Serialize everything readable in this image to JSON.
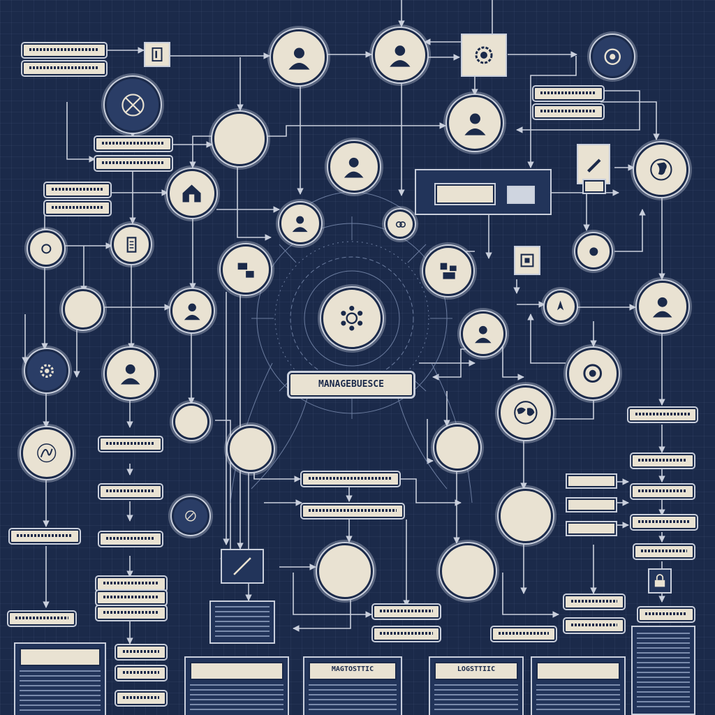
{
  "diagram": {
    "center_label": "MANAGEBUESCE",
    "labels": {
      "legend_top": "",
      "legend_bottom": "",
      "box_pair_1a": "",
      "box_pair_1b": "",
      "node_tag": "",
      "side_a": "",
      "side_b": "",
      "panel_right_text": "",
      "right_stack_top": "",
      "right_stack_2": "",
      "right_stack_3": "",
      "right_stack_4": "",
      "right_stack_5": "",
      "mid_a": "",
      "mid_b": "",
      "bottom_mid_a": "",
      "bottom_mid_b": "",
      "left_bottom_1": "",
      "left_bottom_2": "",
      "right_bottom_1": "",
      "right_bottom_2": "",
      "far_right_label": ""
    },
    "panels": {
      "panel_1": "",
      "panel_2": "",
      "panel_3": "MAGTOSTTIC",
      "panel_4": "LOGSTTIIC",
      "panel_5": ""
    },
    "colors": {
      "background": "#1b2a4a",
      "node_fill": "#e9e2d2",
      "line": "#c9cfdc",
      "ink": "#1b2a4a"
    }
  }
}
